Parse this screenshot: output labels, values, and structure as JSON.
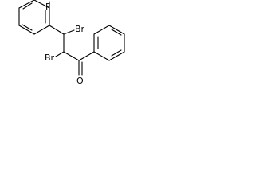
{
  "molecule": {
    "atoms": {
      "fluorine": "F",
      "bromine_upper": "Br",
      "bromine_lower": "Br",
      "oxygen": "O"
    }
  }
}
